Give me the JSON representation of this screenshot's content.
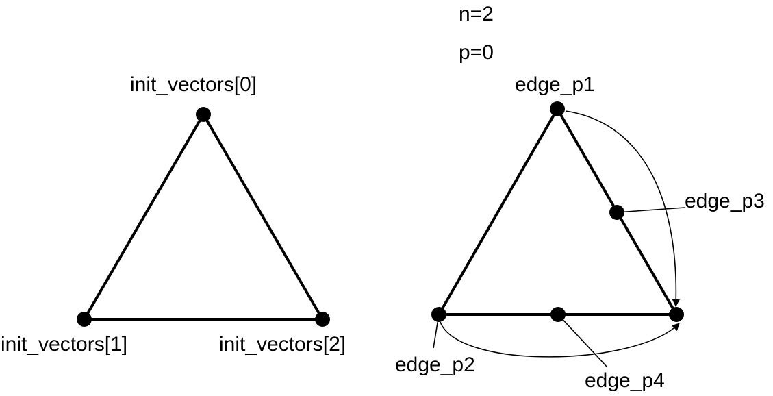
{
  "left_triangle": {
    "vertex_top_label": "init_vectors[0]",
    "vertex_left_label": "init_vectors[1]",
    "vertex_right_label": "init_vectors[2]"
  },
  "right_triangle": {
    "n_label": "n=2",
    "p_label": "p=0",
    "p1_label": "edge_p1",
    "p2_label": "edge_p2",
    "p3_label": "edge_p3",
    "p4_label": "edge_p4"
  }
}
